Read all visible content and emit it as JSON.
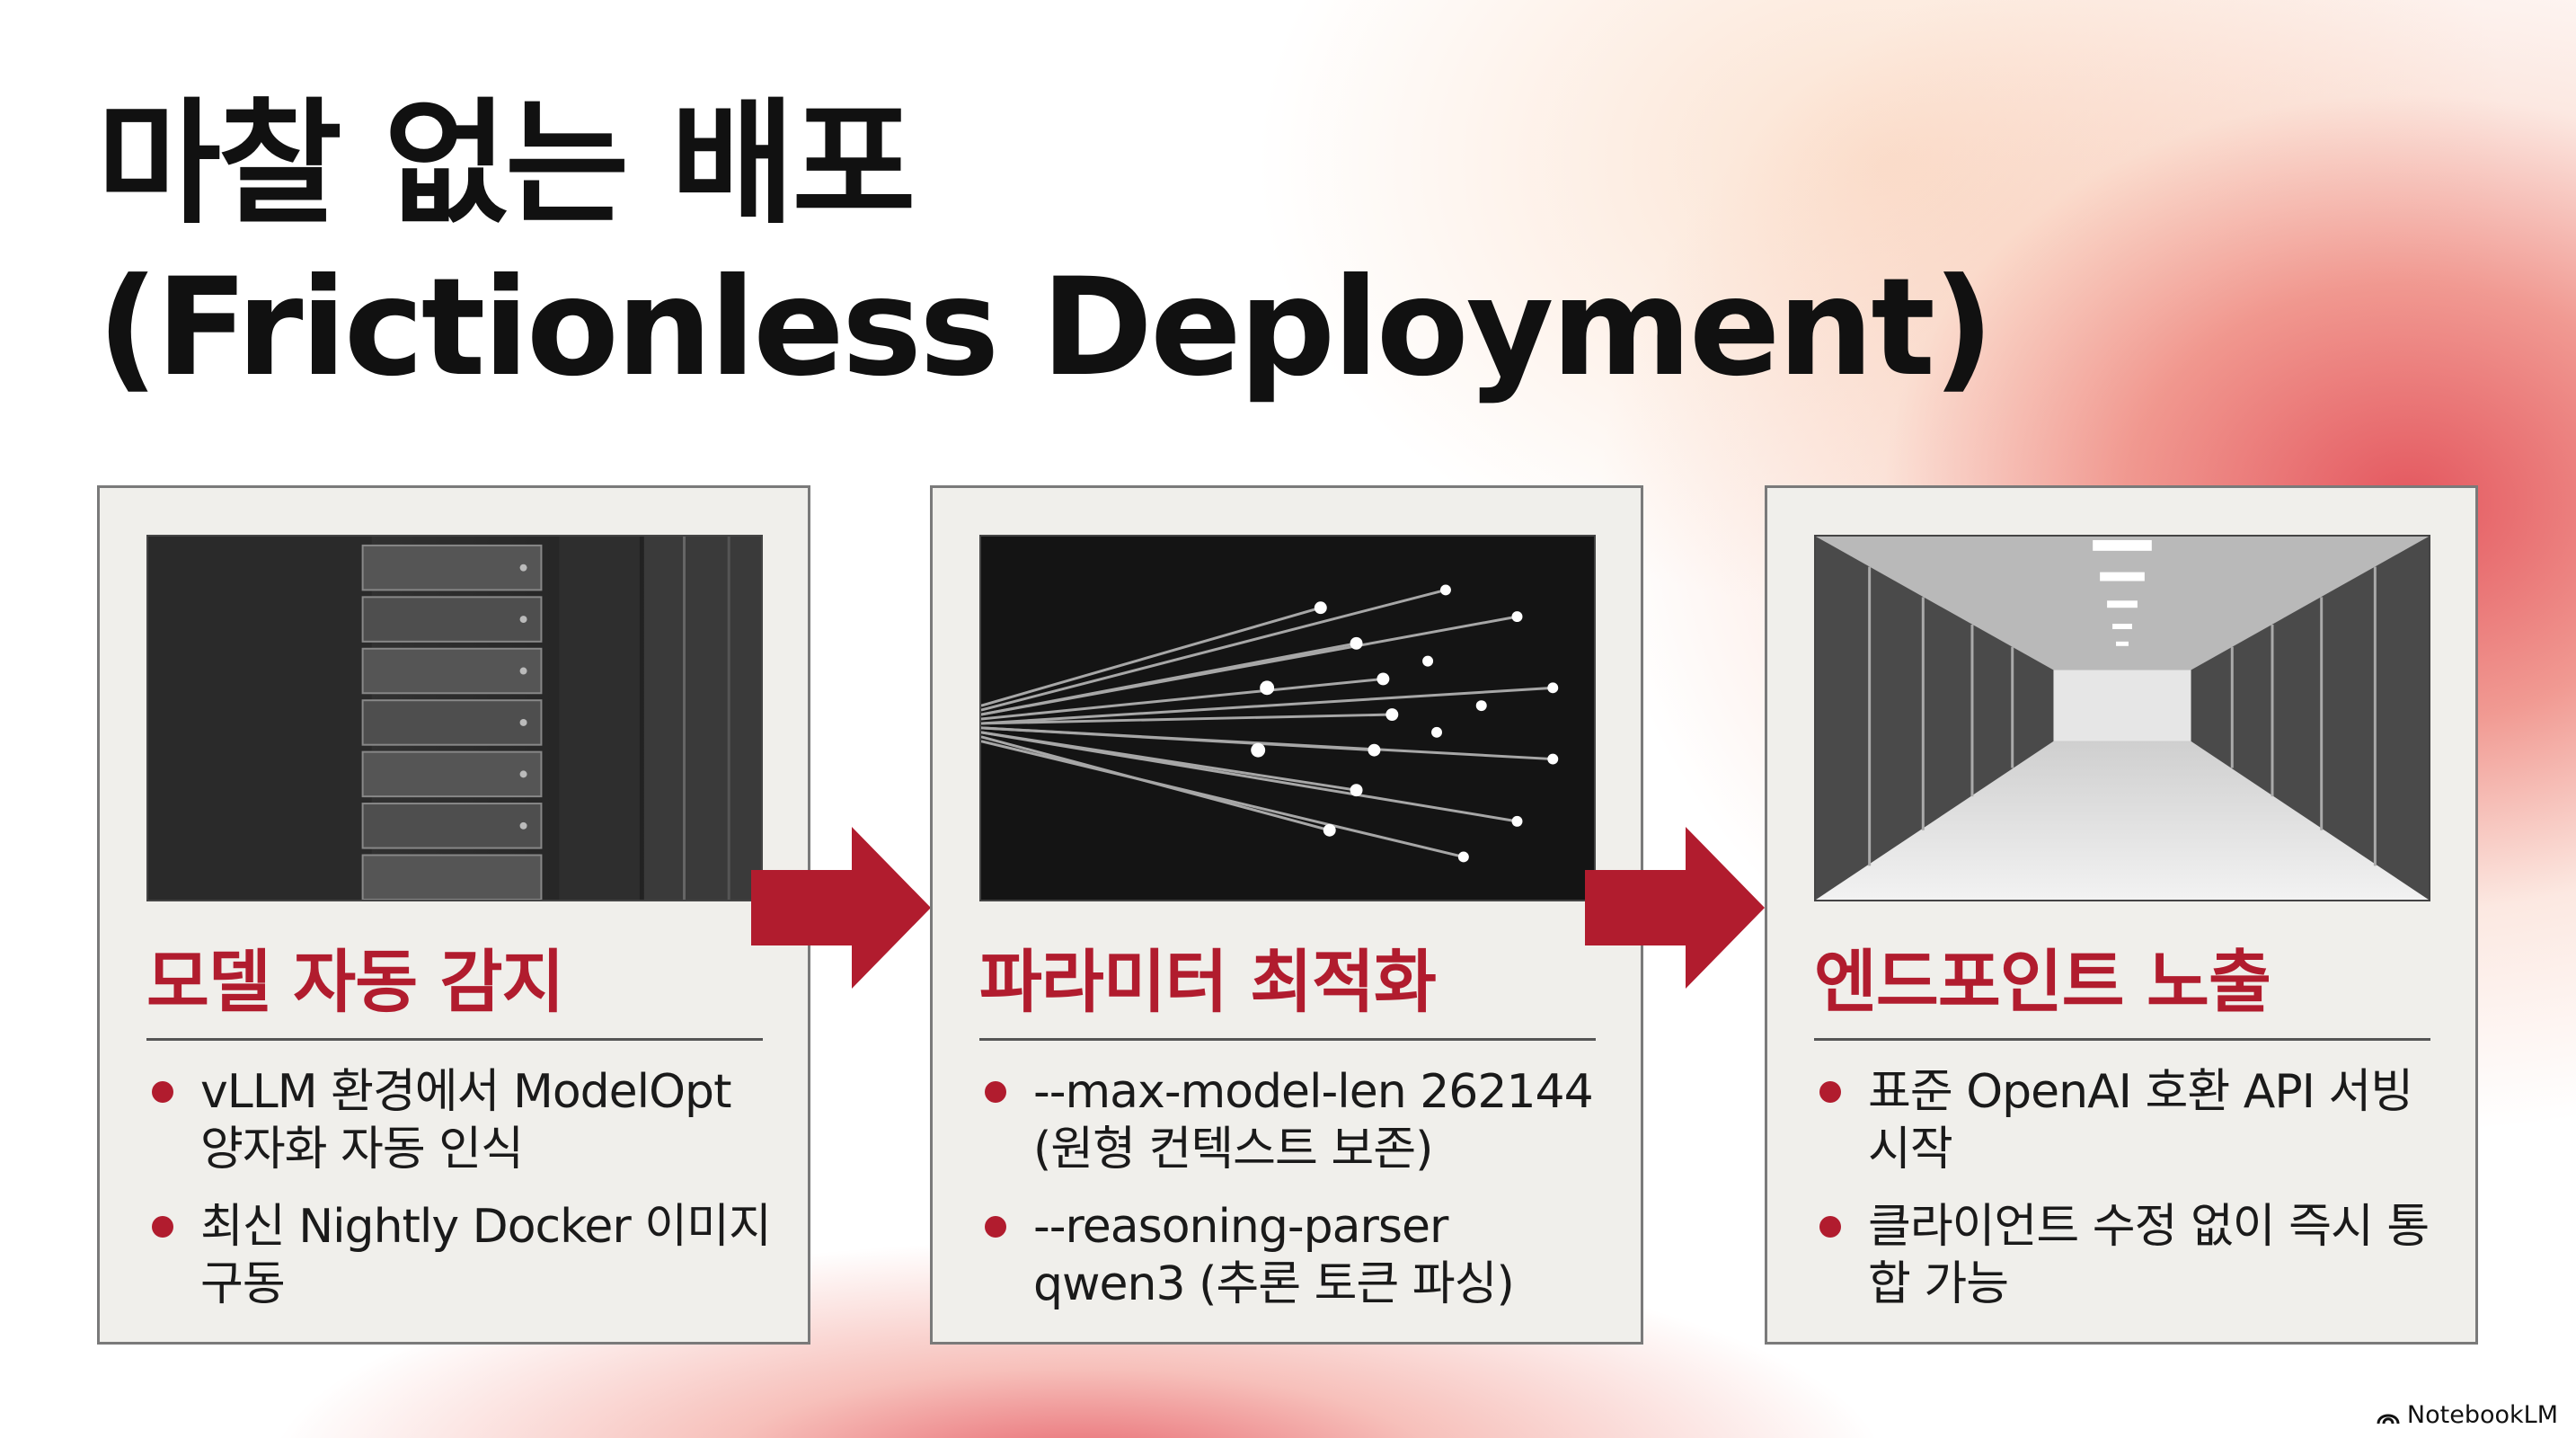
{
  "title": {
    "line1": "마찰 없는 배포",
    "line2": "(Frictionless Deployment)"
  },
  "cards": [
    {
      "image": "server-rack-photo",
      "heading": "모델 자동 감지",
      "bullets": [
        "vLLM 환경에서 ModelOpt 양자화 자동 인식",
        "최신 Nightly Docker 이미지 구동"
      ]
    },
    {
      "image": "fiber-optic-strands-photo",
      "heading": "파라미터 최적화",
      "bullets": [
        "--max-model-len 262144 (원형 컨텍스트 보존)",
        "--reasoning-parser qwen3 (추론 토큰 파싱)"
      ]
    },
    {
      "image": "data-center-aisle-photo",
      "heading": "엔드포인트 노출",
      "bullets": [
        "표준 OpenAI 호환 API 서빙 시작",
        "클라이언트 수정 없이 즉시 통합 가능"
      ]
    }
  ],
  "brand": "NotebookLM",
  "colors": {
    "accent": "#b11c2e",
    "card_bg": "#f0efeb",
    "text": "#111111"
  }
}
